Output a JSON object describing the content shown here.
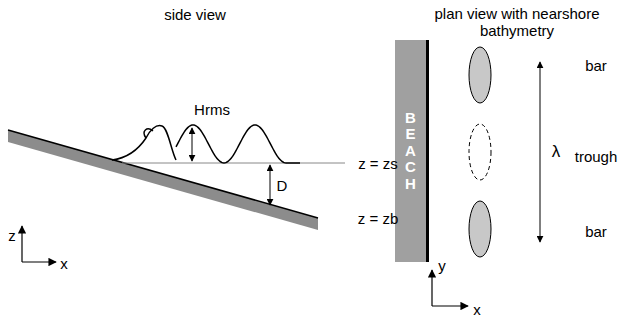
{
  "diagram": {
    "nodes": [
      {
        "text": [
          "BEACH"
        ]
      }
    ],
    "labels": [
      "side view",
      "plan view with nearshore bathymetry",
      "Hrms",
      "z = zs",
      "D",
      "z = zb",
      "z",
      "x",
      "bar",
      "λ",
      "trough",
      "bar",
      "y",
      "x"
    ]
  }
}
